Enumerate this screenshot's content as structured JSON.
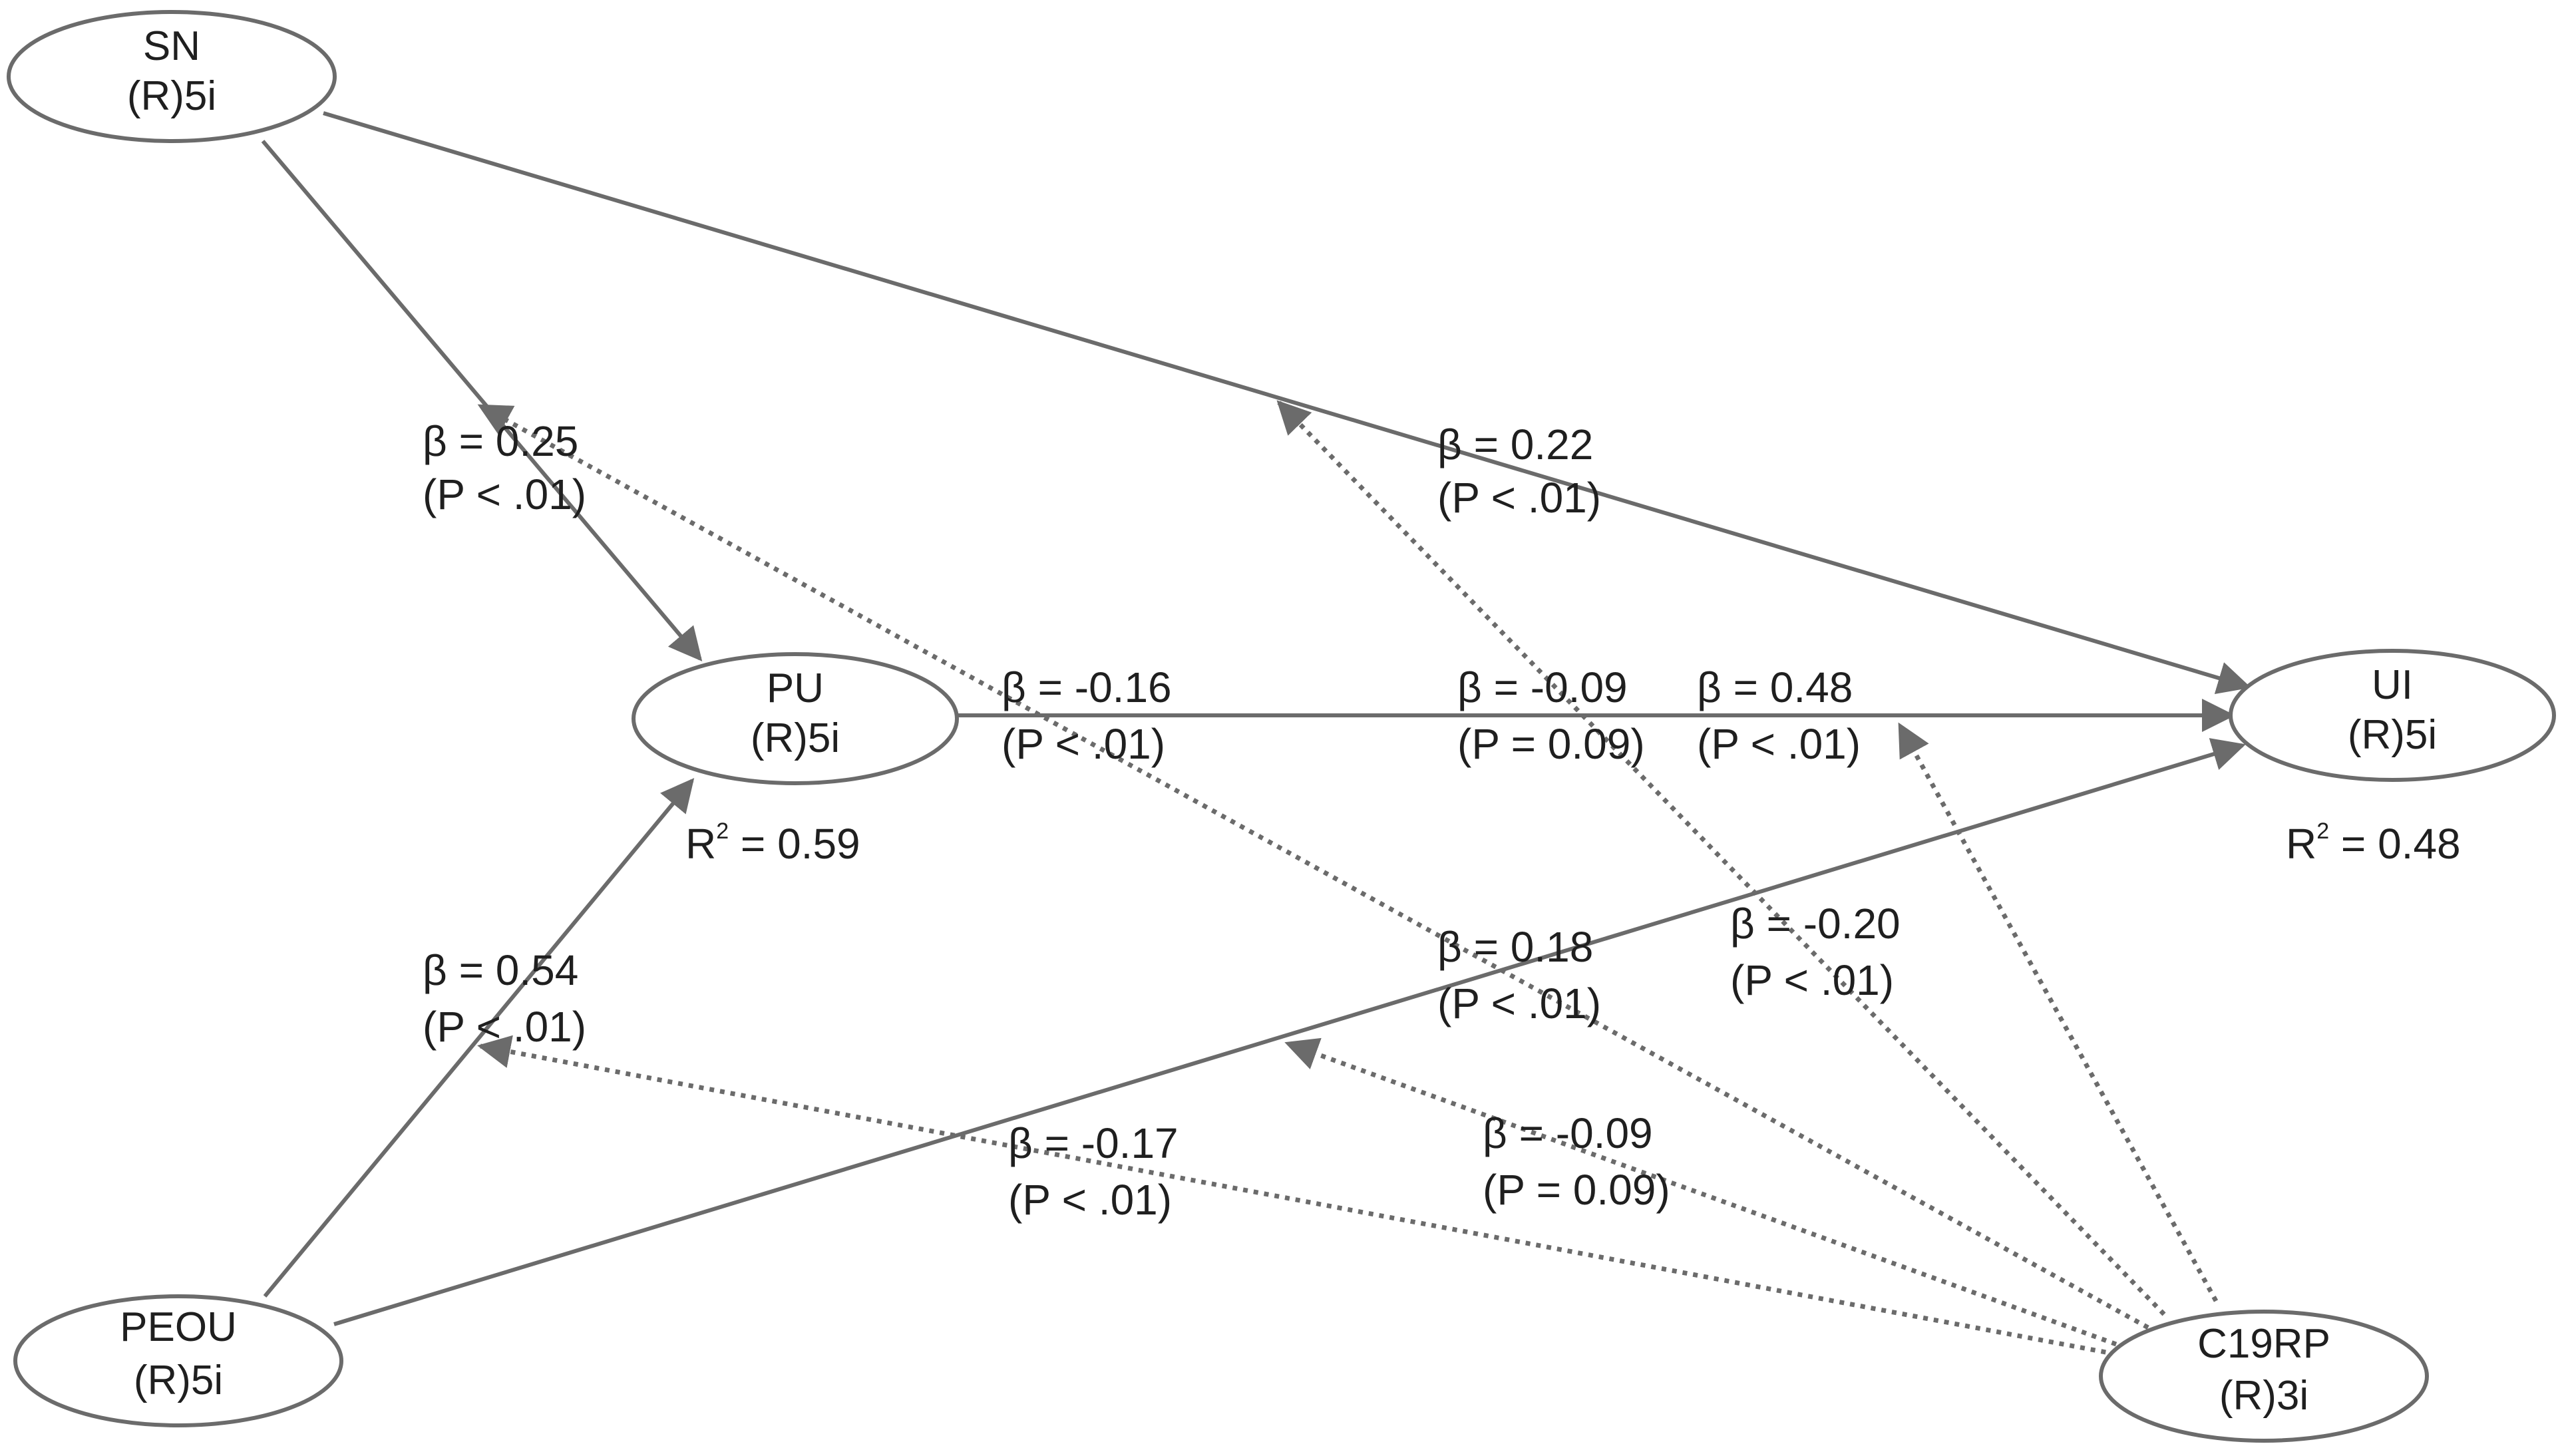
{
  "nodes": {
    "sn": {
      "name": "SN",
      "indicators": "(R)5i"
    },
    "pu": {
      "name": "PU",
      "indicators": "(R)5i",
      "r2_prefix": "R",
      "r2_sup": "2",
      "r2_value": " = 0.59"
    },
    "ui": {
      "name": "UI",
      "indicators": "(R)5i",
      "r2_prefix": "R",
      "r2_sup": "2",
      "r2_value": " = 0.48"
    },
    "peou": {
      "name": "PEOU",
      "indicators": "(R)5i"
    },
    "c19rp": {
      "name": "C19RP",
      "indicators": "(R)3i"
    }
  },
  "paths": {
    "sn_pu": {
      "beta": "β = 0.25",
      "p": "(P < .01)",
      "style": "solid"
    },
    "sn_ui": {
      "beta": "β = 0.22",
      "p": "(P < .01)",
      "style": "solid"
    },
    "pu_ui": {
      "beta": "β = 0.48",
      "p": "(P < .01)",
      "style": "solid"
    },
    "peou_pu": {
      "beta": "β = 0.54",
      "p": "(P < .01)",
      "style": "solid"
    },
    "peou_ui": {
      "beta": "β = 0.18",
      "p": "(P < .01)",
      "style": "solid"
    },
    "c19rp_sn_pu": {
      "beta": "β = -0.16",
      "p": "(P < .01)",
      "style": "dotted"
    },
    "c19rp_sn_ui": {
      "beta": "β = -0.09",
      "p": "(P = 0.09)",
      "style": "dotted"
    },
    "c19rp_pu_ui": {
      "beta": "β = -0.20",
      "p": "(P < .01)",
      "style": "dotted"
    },
    "c19rp_peou_pu": {
      "beta": "β = -0.17",
      "p": "(P < .01)",
      "style": "dotted"
    },
    "c19rp_peou_ui": {
      "beta": "β = -0.09",
      "p": "(P = 0.09)",
      "style": "dotted"
    }
  },
  "colors": {
    "line": "#6b6b6b",
    "text": "#1f1f1f",
    "node_stroke": "#6b6b6b",
    "background": "#ffffff"
  }
}
